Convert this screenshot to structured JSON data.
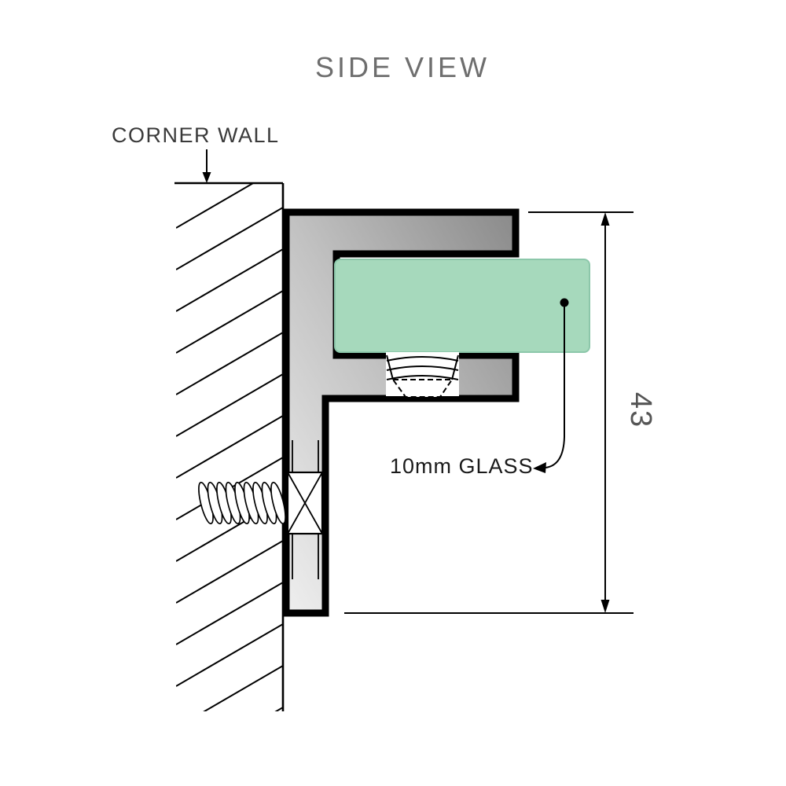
{
  "title": "SIDE VIEW",
  "annotations": {
    "corner_wall_label": "CORNER WALL",
    "glass_label": "10mm GLASS",
    "dimension_value": "43"
  },
  "colors": {
    "outline": "#000000",
    "glass_fill": "#a6d9bc",
    "glass_stroke": "#8cc7aa",
    "bracket_dark": "#8a8a8a",
    "bracket_mid": "#c2c2c2",
    "bracket_light": "#efefef",
    "title_text": "#6e6e6e",
    "label_text": "#3a3a3a",
    "glass_label_text": "#1a1a1a",
    "dim_text": "#555555"
  }
}
